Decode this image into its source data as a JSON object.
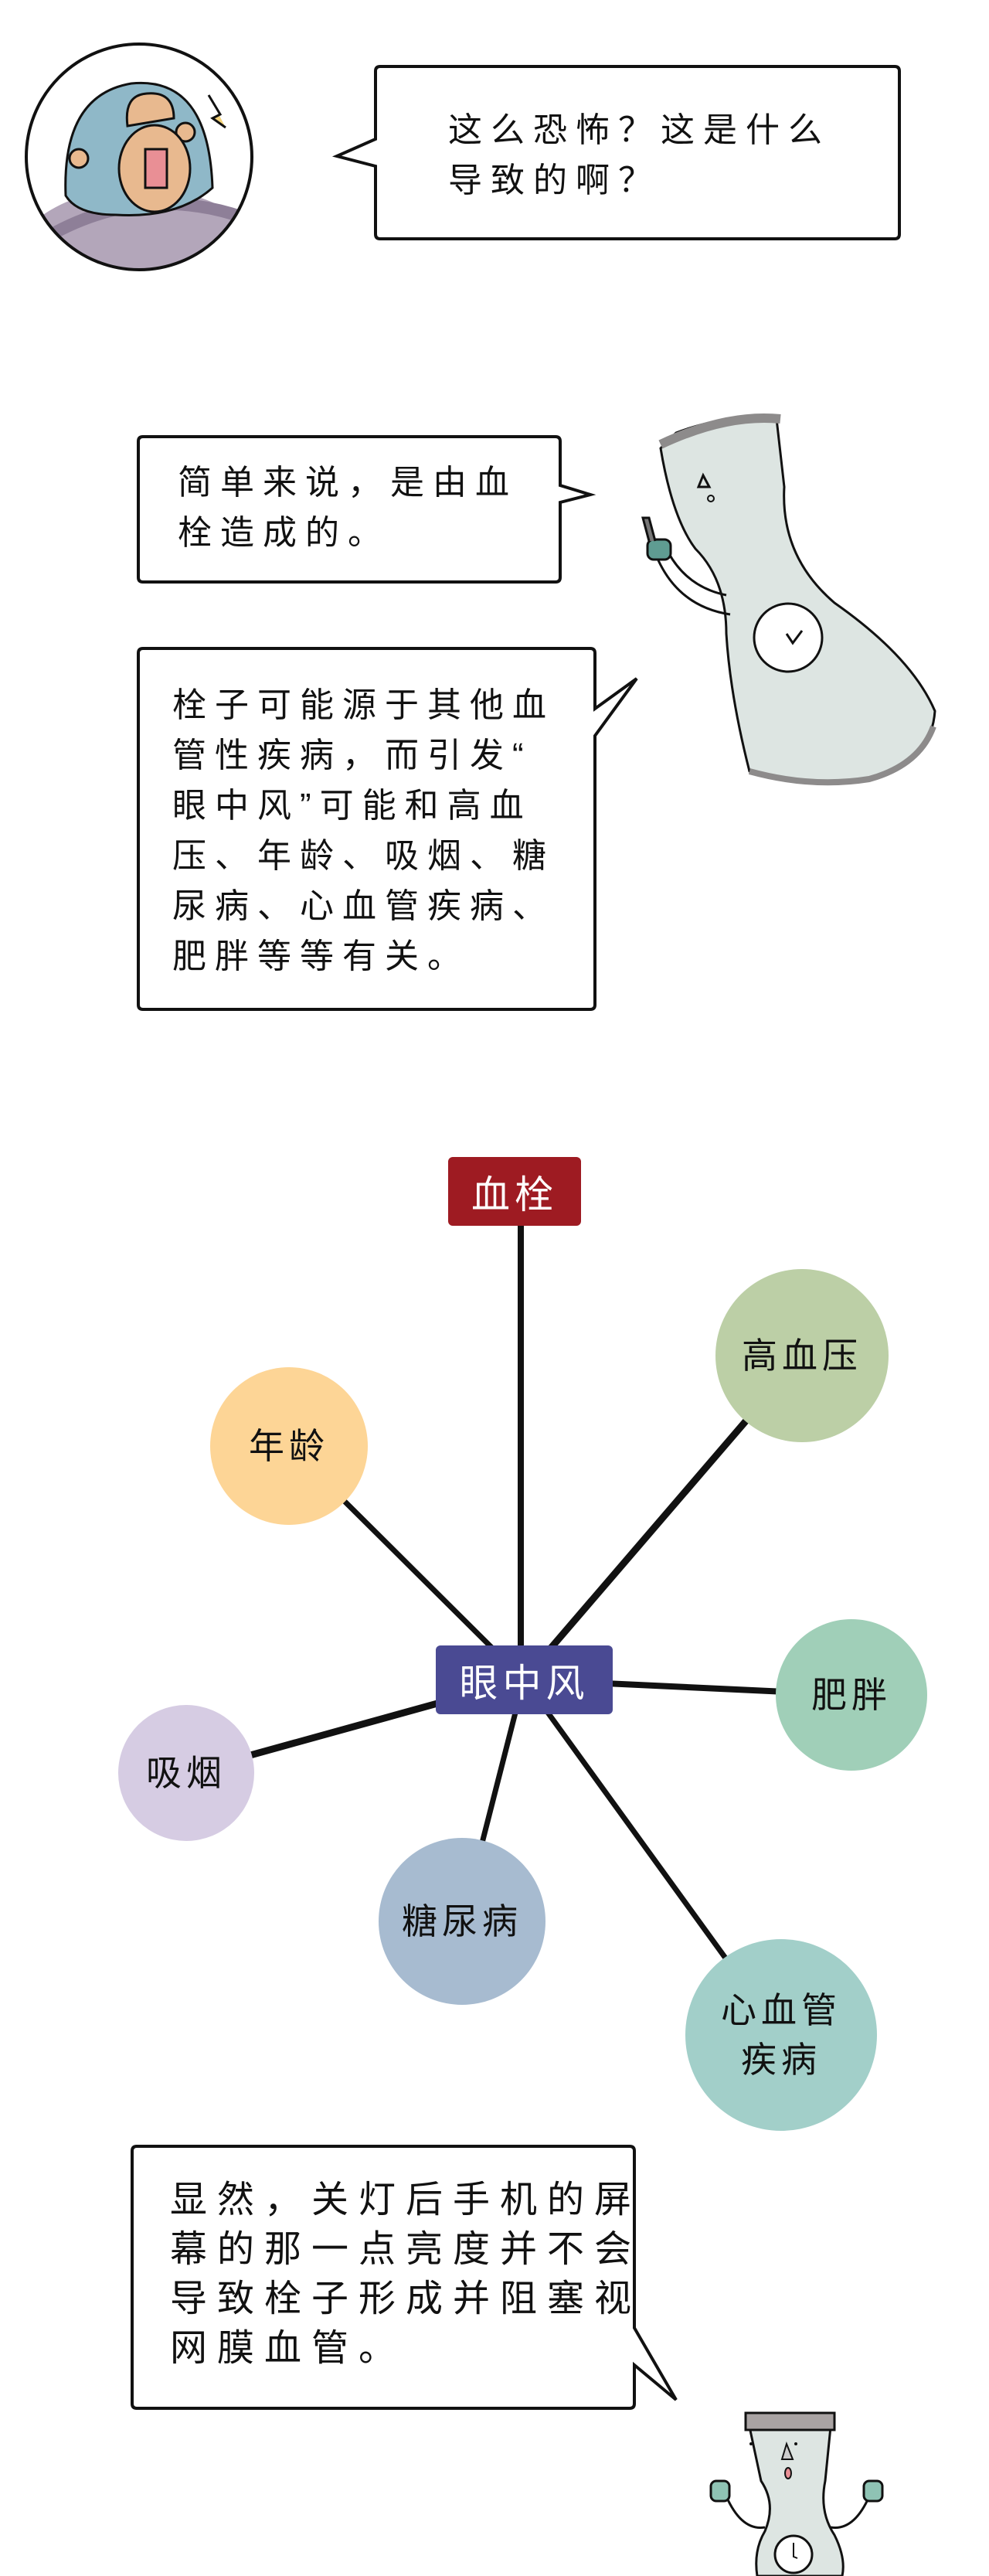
{
  "panel1": {
    "question_lines": [
      "这么恐怖？这是什么",
      "导致的啊？"
    ]
  },
  "panel2": {
    "answer_lines": [
      "简单来说，是由血",
      "栓造成的。"
    ],
    "detail_lines": [
      "栓子可能源于其他血",
      "管性疾病，而引发“",
      "眼中风”可能和高血",
      "压、年龄、吸烟、糖",
      "尿病、心血管疾病、",
      "肥胖等等有关。"
    ]
  },
  "diagram": {
    "cause": {
      "label": "血栓",
      "color": "#9e1b22"
    },
    "center": {
      "label": "眼中风",
      "color": "#4a4a93"
    },
    "factors": [
      {
        "label": "高血压",
        "color": "#bccfa6"
      },
      {
        "label": "年龄",
        "color": "#fdd596"
      },
      {
        "label": "肥胖",
        "color": "#a0cfb8"
      },
      {
        "label": "吸烟",
        "color": "#d6cce3"
      },
      {
        "label": "糖尿病",
        "color": "#a7bbd0"
      },
      {
        "label_lines": [
          "心血管",
          "疾病"
        ],
        "color": "#a2cfc9"
      }
    ]
  },
  "panel3": {
    "conclusion_lines": [
      "显然，关灯后手机的屏",
      "幕的那一点亮度并不会",
      "导致栓子形成并阻塞视",
      "网膜血管。"
    ]
  }
}
